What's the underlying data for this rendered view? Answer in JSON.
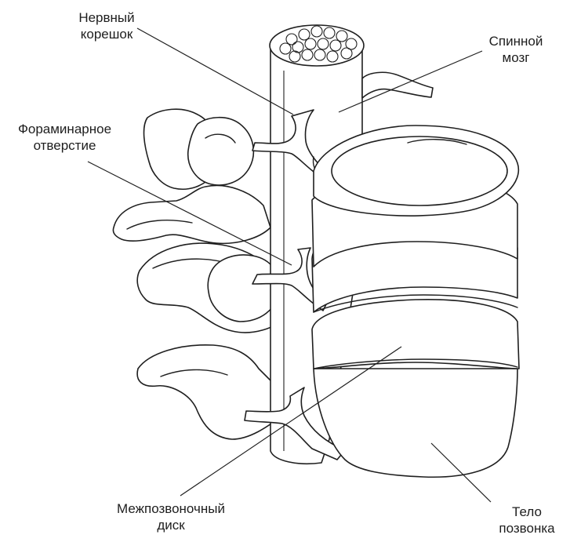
{
  "labels": {
    "nerve_root": [
      "Нервный",
      "корешок"
    ],
    "spinal_cord": [
      "Спинной",
      "мозг"
    ],
    "foramen": [
      "Фораминарное",
      "отверстие"
    ],
    "disc": [
      "Межпозвоночный",
      "диск"
    ],
    "body": [
      "Тело",
      "позвонка"
    ]
  }
}
